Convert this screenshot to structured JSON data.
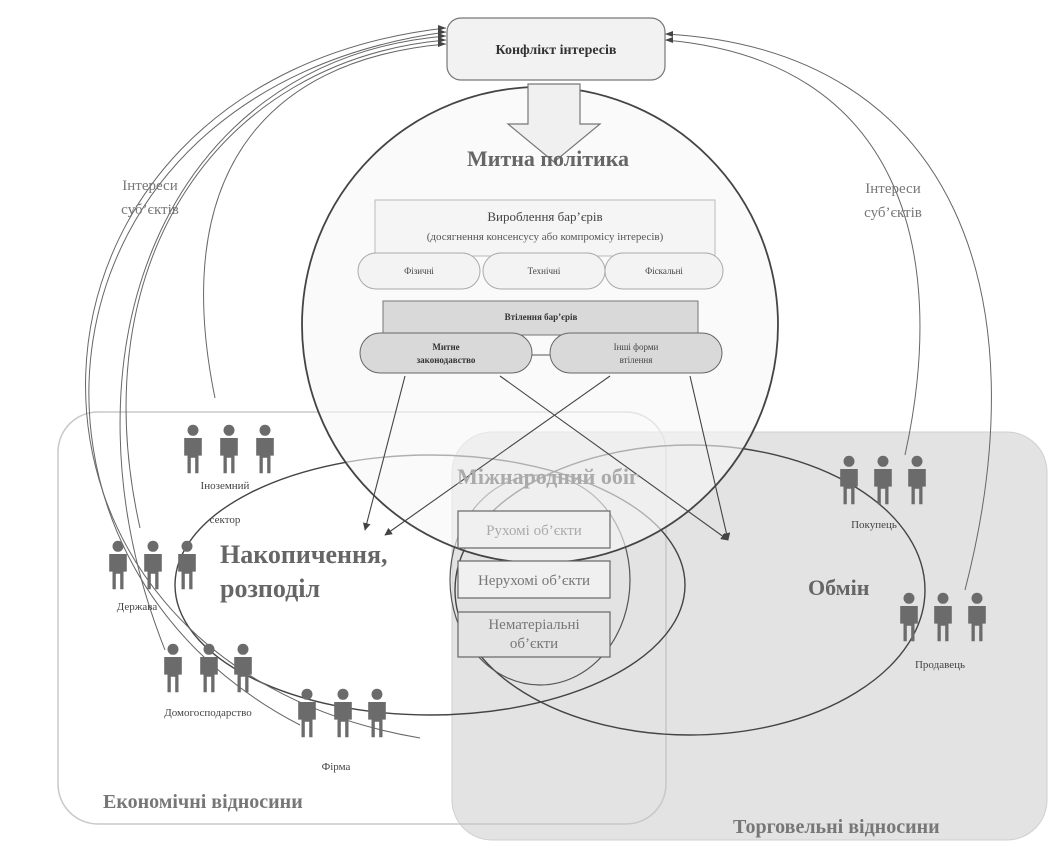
{
  "header": {
    "conflict": "Конфлікт інтересів"
  },
  "policy": {
    "title": "Митна політика",
    "barrier_dev_line1": "Вироблення бар’єрів",
    "barrier_dev_line2": "(досягнення консенсусу або компромісу інтересів)",
    "types": [
      "Фізичні",
      "Технічні",
      "Фіскальні"
    ],
    "implementation": "Втілення бар’єрів",
    "impl_left_line1": "Митне",
    "impl_left_line2": "законодавство",
    "impl_right_line1": "Інші форми",
    "impl_right_line2": "втілення"
  },
  "interests": {
    "left_line1": "Інтереси",
    "left_line2": "суб’єктів",
    "right_line1": "Інтереси",
    "right_line2": "суб’єктів"
  },
  "circulation": {
    "title": "Міжнародний обіг",
    "objects": [
      {
        "line1": "Рухомі об’єкти",
        "line2": ""
      },
      {
        "line1": "Нерухомі об’єкти",
        "line2": ""
      },
      {
        "line1": "Нематеріальні",
        "line2": "об’єкти"
      }
    ]
  },
  "economic": {
    "process_line1": "Накопичення,",
    "process_line2": "розподіл",
    "label": "Економічні відносини",
    "groups": {
      "foreign_line1": "Іноземний",
      "foreign_line2": "сектор",
      "state": "Держава",
      "household": "Домогосподарство",
      "firm": "Фірма"
    }
  },
  "trade": {
    "process": "Обмін",
    "label": "Торговельні відносини",
    "groups": {
      "buyer": "Покупець",
      "seller": "Продавець"
    }
  },
  "colors": {
    "trade_bg": "#e3e3e3",
    "policy_fill": "#f7f7f7",
    "box_fill": "#d9d9d9",
    "pill_fill": "#efefef",
    "person": "#6b6b6b",
    "line": "#555555"
  },
  "icons": {
    "person_group": "people-group-icon",
    "arrow_down": "block-arrow-down-icon"
  }
}
